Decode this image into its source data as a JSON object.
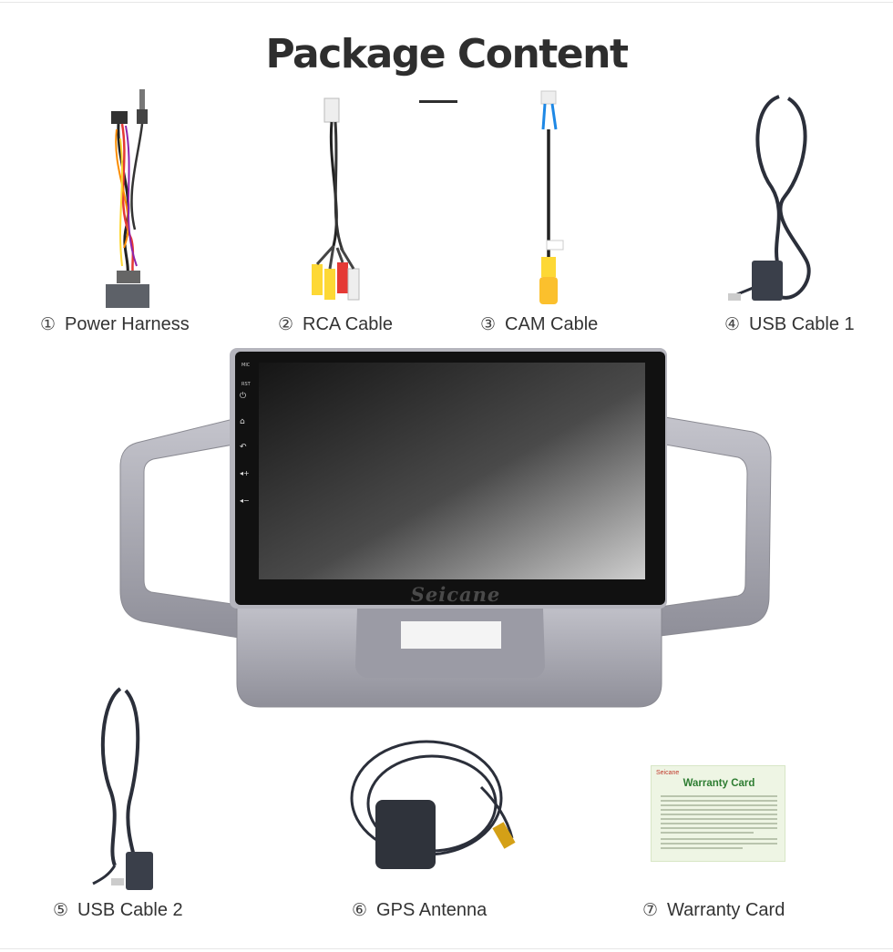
{
  "title": "Package Content",
  "items": [
    {
      "num": "①",
      "label": "Power Harness"
    },
    {
      "num": "②",
      "label": "RCA Cable"
    },
    {
      "num": "③",
      "label": "CAM Cable"
    },
    {
      "num": "④",
      "label": "USB Cable 1"
    },
    {
      "num": "⑤",
      "label": "USB Cable 2"
    },
    {
      "num": "⑥",
      "label": "GPS Antenna"
    },
    {
      "num": "⑦",
      "label": "Warranty Card"
    }
  ],
  "head_unit": {
    "brand": "Seicane",
    "side_labels": [
      "MIC",
      "RST"
    ],
    "side_icons": [
      "power-icon",
      "home-icon",
      "back-icon",
      "volume-up-icon",
      "volume-down-icon"
    ]
  },
  "warranty_card": {
    "brand": "Seicane",
    "title": "Warranty Card"
  },
  "colors": {
    "title": "#2e2e2e",
    "frame_silver": "#a4a4ac",
    "screen_dark": "#2b2b2b",
    "card_green": "#2e7d32"
  }
}
